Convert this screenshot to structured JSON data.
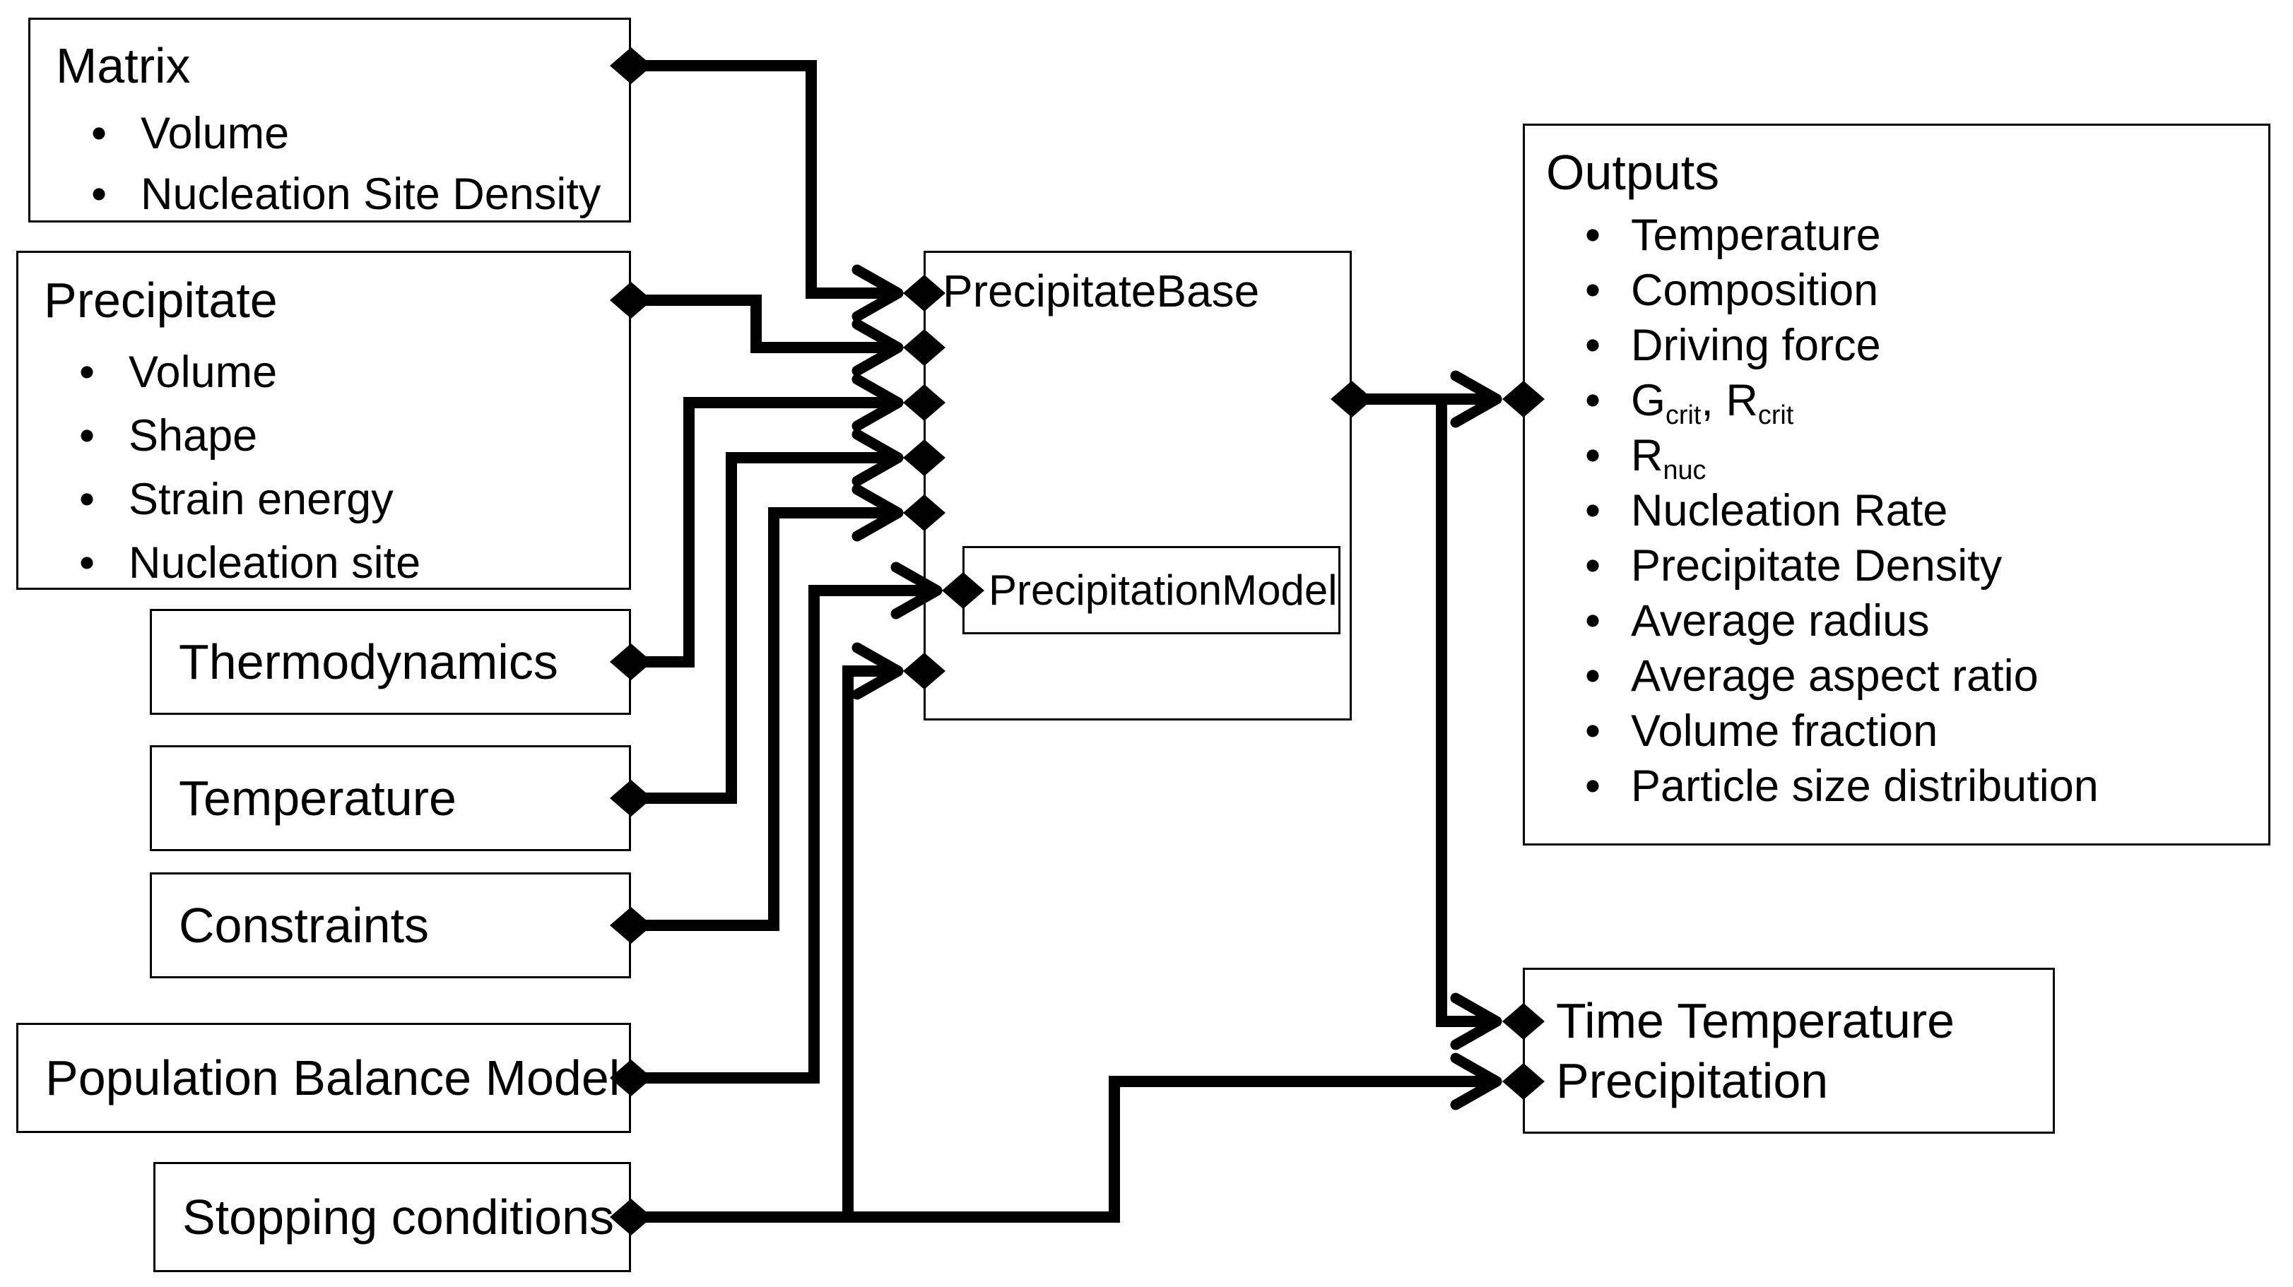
{
  "diagram": {
    "background_color": "#ffffff",
    "line_color": "#000000",
    "kind": "aggregation-flow-diagram"
  },
  "matrix": {
    "title": "Matrix",
    "items": [
      "Volume",
      "Nucleation Site Density"
    ]
  },
  "precipitate": {
    "title": "Precipitate",
    "items": [
      "Volume",
      "Shape",
      "Strain energy",
      "Nucleation site"
    ]
  },
  "thermodynamics": {
    "label": "Thermodynamics"
  },
  "temperature": {
    "label": "Temperature"
  },
  "constraints": {
    "label": "Constraints"
  },
  "population_balance_model": {
    "label": "Population Balance Model"
  },
  "stopping_conditions": {
    "label": "Stopping conditions"
  },
  "precipitate_base": {
    "label": "PrecipitateBase"
  },
  "precipitation_model": {
    "label": "PrecipitationModel"
  },
  "outputs": {
    "title": "Outputs",
    "items": [
      "Temperature",
      "Composition",
      "Driving force",
      {
        "base1": "G",
        "sub1": "crit",
        "sep": ", ",
        "base2": "R",
        "sub2": "crit"
      },
      {
        "base": "R",
        "sub": "nuc"
      },
      "Nucleation Rate",
      "Precipitate Density",
      "Average radius",
      "Average aspect ratio",
      "Volume fraction",
      "Particle size distribution"
    ]
  },
  "time_temperature_precipitation": {
    "line1": "Time Temperature",
    "line2": "Precipitation"
  }
}
